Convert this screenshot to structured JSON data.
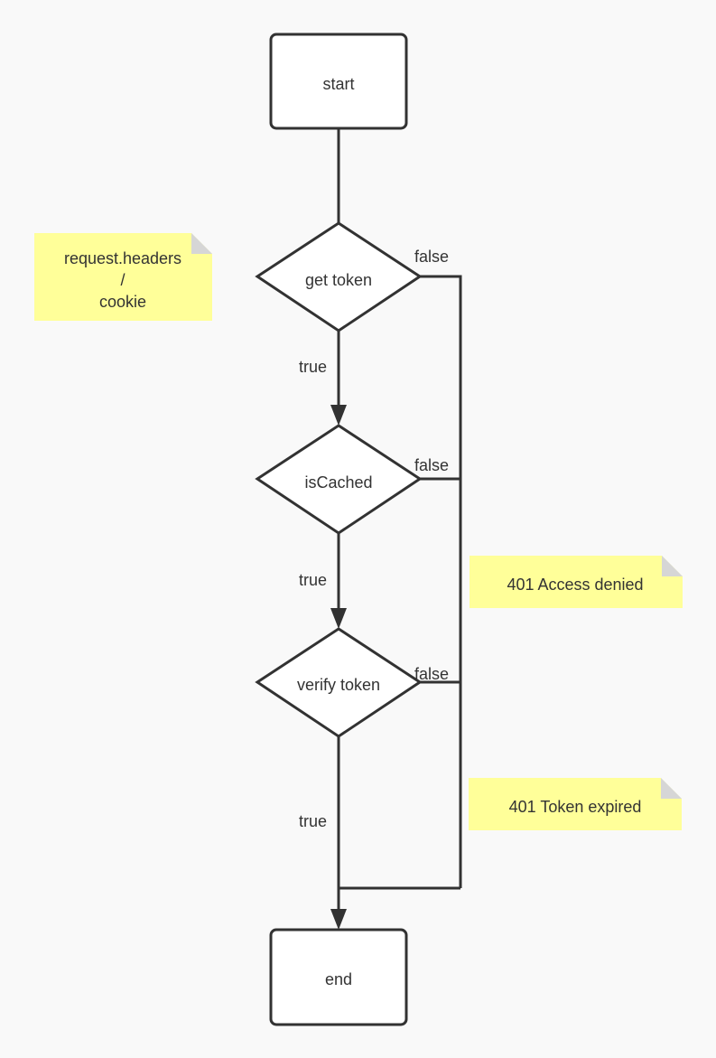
{
  "nodes": {
    "start": "start",
    "get_token": "get token",
    "is_cached": "isCached",
    "verify_token": "verify token",
    "end": "end"
  },
  "edge_labels": {
    "get_token_true": "true",
    "get_token_false": "false",
    "is_cached_true": "true",
    "is_cached_false": "false",
    "verify_token_true": "true",
    "verify_token_false": "false"
  },
  "notes": {
    "token_source": [
      "request.headers",
      "/",
      "cookie"
    ],
    "access_denied": "401 Access denied",
    "token_expired": "401 Token expired"
  },
  "colors": {
    "background": "#f9f9f9",
    "node_fill": "#ffffff",
    "stroke": "#323232",
    "note_fill": "#ffff99",
    "note_fold": "#d6d6d6",
    "text": "#333333"
  }
}
